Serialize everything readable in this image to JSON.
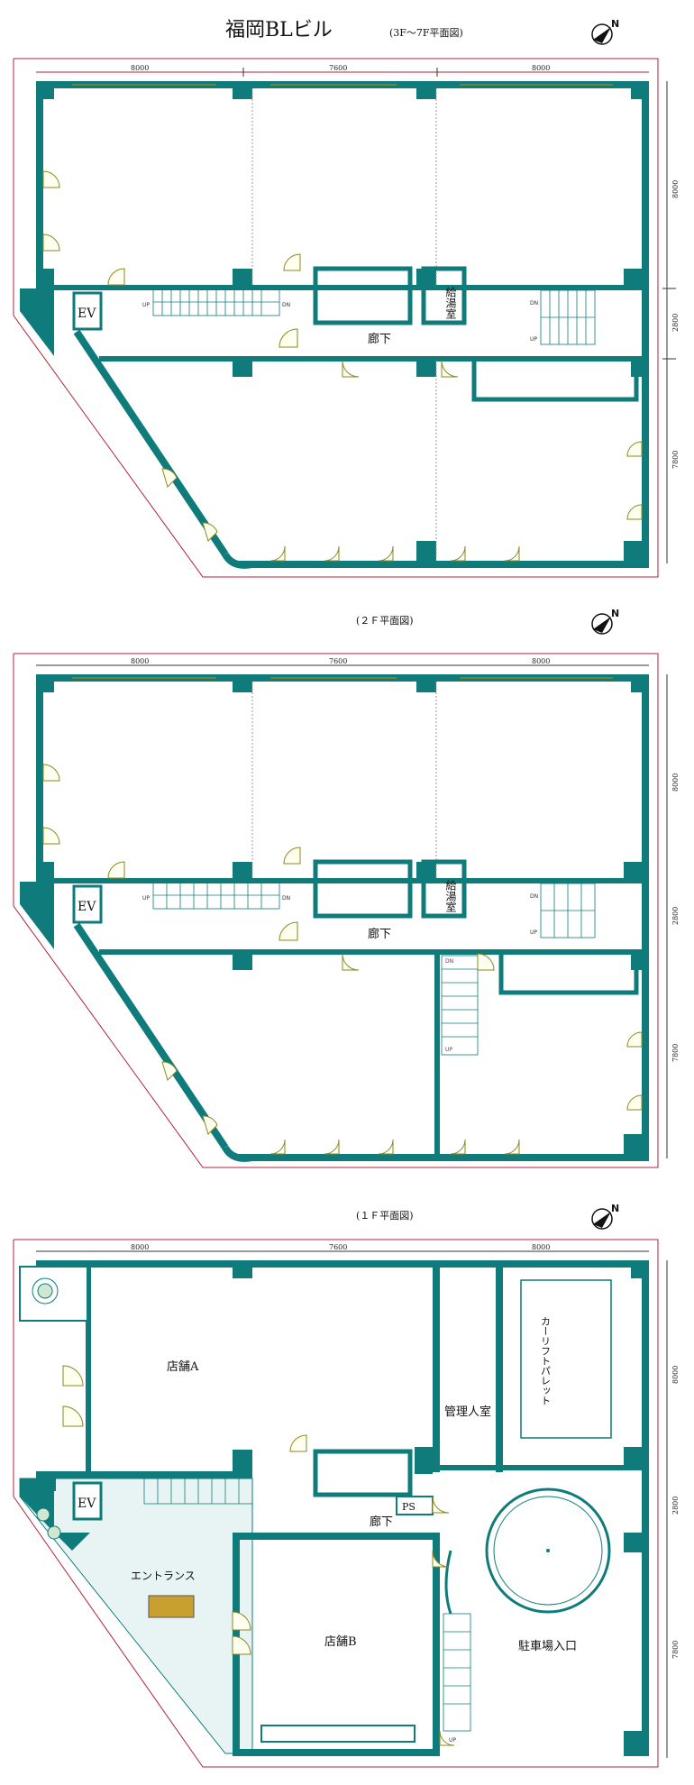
{
  "title": "福岡BLビル",
  "plans": [
    {
      "caption": "(3F～7F平面図)",
      "rooms": {
        "ev": "EV",
        "corridor": "廊下",
        "kyuto": "給湯室"
      },
      "stairs": {
        "up": "UP",
        "dn": "DN"
      }
    },
    {
      "caption": "(２Ｆ平面図)",
      "rooms": {
        "ev": "EV",
        "corridor": "廊下",
        "kyuto": "給湯室"
      },
      "stairs": {
        "up": "UP",
        "dn": "DN"
      }
    },
    {
      "caption": "(１Ｆ平面図)",
      "rooms": {
        "ev": "EV",
        "corridor": "廊下",
        "shopA": "店舗A",
        "shopB": "店舗B",
        "entrance": "エントランス",
        "manager": "管理人室",
        "carlift": "カーリフトパレット",
        "parking": "駐車場入口",
        "ps": "PS"
      },
      "stairs": {
        "up": "UP"
      }
    }
  ],
  "dimensions": {
    "horizontal": [
      "8000",
      "7600",
      "8000"
    ],
    "vertical": [
      "8000",
      "2800",
      "7800"
    ]
  },
  "north_label": "N",
  "colors": {
    "wall": "#0f7b7b",
    "dimension": "#b0203a",
    "door": "#8a8a20"
  }
}
